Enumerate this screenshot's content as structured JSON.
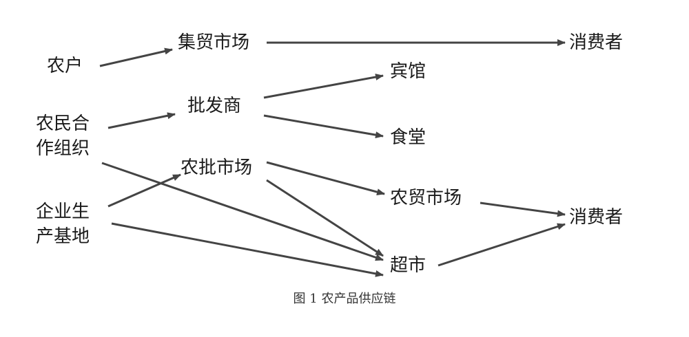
{
  "colors": {
    "arrow": "#444444",
    "text": "#1a1a1a"
  },
  "nodes": {
    "farmer": "农户",
    "coop_line1": "农民合",
    "coop_line2": "作组织",
    "enterprise_line1": "企业生",
    "enterprise_line2": "产基地",
    "bazaar": "集贸市场",
    "wholesaler": "批发商",
    "wholesale_market": "农批市场",
    "consumer_top": "消费者",
    "hotel": "宾馆",
    "canteen": "食堂",
    "farm_trade_market": "农贸市场",
    "consumer_right": "消费者",
    "supermarket": "超市"
  },
  "edges": [
    {
      "from": "农户",
      "to": "集贸市场"
    },
    {
      "from": "集贸市场",
      "to": "消费者"
    },
    {
      "from": "农民合作组织",
      "to": "批发商"
    },
    {
      "from": "批发商",
      "to": "宾馆"
    },
    {
      "from": "批发商",
      "to": "食堂"
    },
    {
      "from": "企业生产基地",
      "to": "农批市场"
    },
    {
      "from": "农民合作组织",
      "to": "超市"
    },
    {
      "from": "企业生产基地",
      "to": "超市"
    },
    {
      "from": "农批市场",
      "to": "农贸市场"
    },
    {
      "from": "农批市场",
      "to": "超市"
    },
    {
      "from": "农贸市场",
      "to": "消费者"
    },
    {
      "from": "超市",
      "to": "消费者"
    }
  ],
  "caption": "图 1 农产品供应链"
}
